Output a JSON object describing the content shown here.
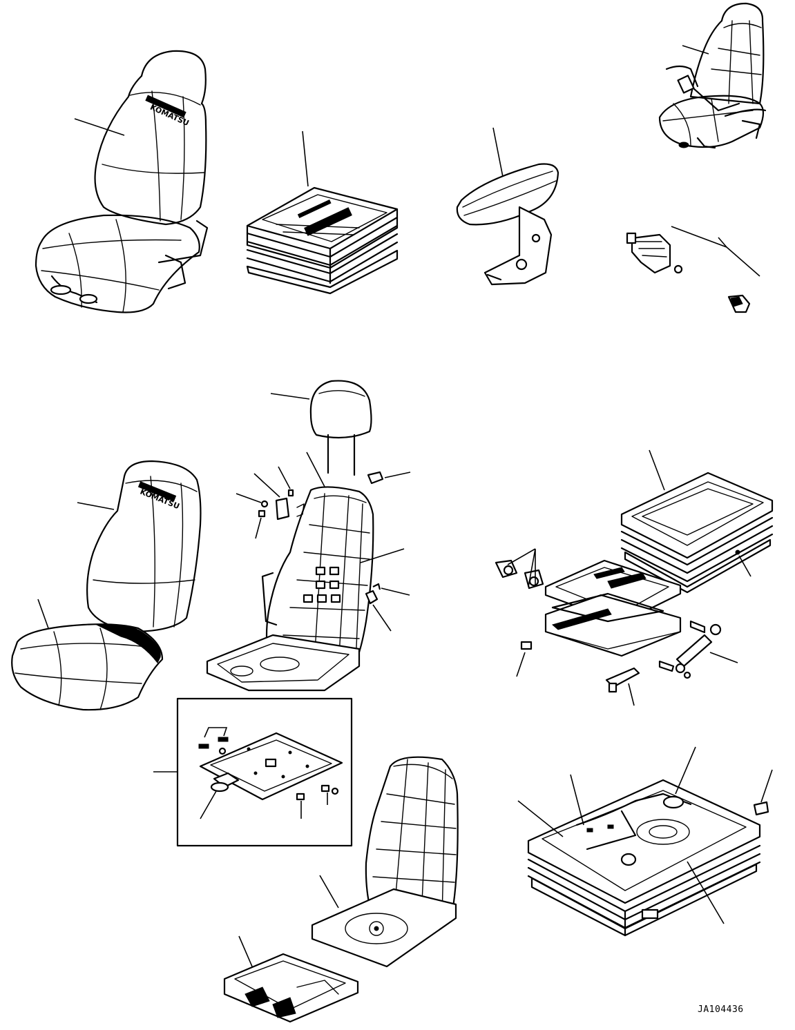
{
  "diagram": {
    "reference_code": "JA104436",
    "brand_marks": [
      "KOMATSU",
      "KOMATSU"
    ]
  }
}
